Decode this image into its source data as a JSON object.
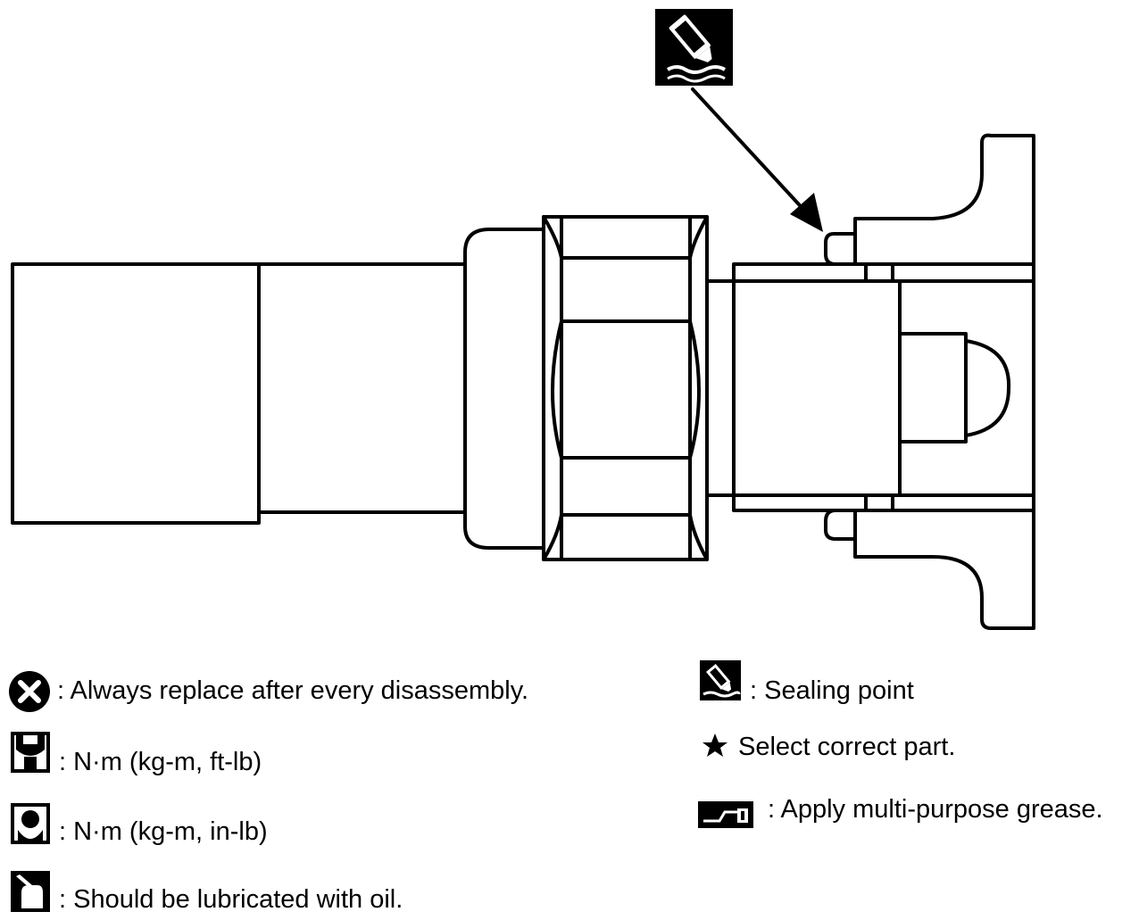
{
  "legend": {
    "left": [
      {
        "icon": "x-circle-replace-icon",
        "text": ": Always replace after every disassembly."
      },
      {
        "icon": "wrench-torque-icon",
        "text": ": N·m (kg-m, ft-lb)"
      },
      {
        "icon": "wrench-torque-small-icon",
        "text": ": N·m (kg-m, in-lb)"
      },
      {
        "icon": "oil-can-icon",
        "text": ": Should be lubricated with oil."
      }
    ],
    "right": [
      {
        "icon": "sealant-tube-icon",
        "text": ": Sealing point"
      },
      {
        "icon": "star-icon",
        "text": "Select correct part."
      },
      {
        "icon": "grease-gun-icon",
        "text": ": Apply multi-purpose grease."
      }
    ]
  },
  "callout": {
    "icon": "sealant-tube-icon"
  }
}
